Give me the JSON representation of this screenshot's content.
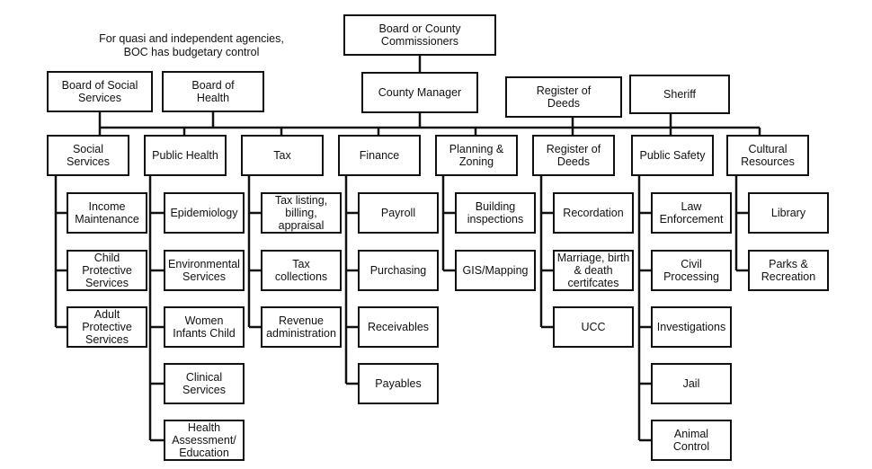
{
  "note": "For quasi and independent agencies,\nBOC has budgetary control",
  "colors": {
    "stroke": "#111111",
    "background": "#ffffff"
  },
  "top": {
    "board_of_commissioners": "Board or County\nCommissioners",
    "county_manager": "County Manager",
    "board_of_social_services": "Board of Social\nServices",
    "board_of_health": "Board of\nHealth",
    "register_of_deeds": "Register of\nDeeds",
    "sheriff": "Sheriff"
  },
  "departments": [
    {
      "label": "Social\nServices",
      "children": [
        "Income\nMaintenance",
        "Child\nProtective\nServices",
        "Adult\nProtective\nServices"
      ]
    },
    {
      "label": "Public Health",
      "children": [
        "Epidemiology",
        "Environmental\nServices",
        "Women\nInfants Child",
        "Clinical\nServices",
        "Health\nAssessment/\nEducation"
      ]
    },
    {
      "label": "Tax",
      "children": [
        "Tax listing,\nbilling,\nappraisal",
        "Tax\ncollections",
        "Revenue\nadministration"
      ]
    },
    {
      "label": "Finance",
      "children": [
        "Payroll",
        "Purchasing",
        "Receivables",
        "Payables"
      ]
    },
    {
      "label": "Planning &\nZoning",
      "children": [
        "Building\ninspections",
        "GIS/Mapping"
      ]
    },
    {
      "label": "Register of\nDeeds",
      "children": [
        "Recordation",
        "Marriage, birth\n& death\ncertifcates",
        "UCC"
      ]
    },
    {
      "label": "Public Safety",
      "children": [
        "Law\nEnforcement",
        "Civil\nProcessing",
        "Investigations",
        "Jail",
        "Animal\nControl"
      ]
    },
    {
      "label": "Cultural\nResources",
      "children": [
        "Library",
        "Parks &\nRecreation"
      ]
    }
  ]
}
